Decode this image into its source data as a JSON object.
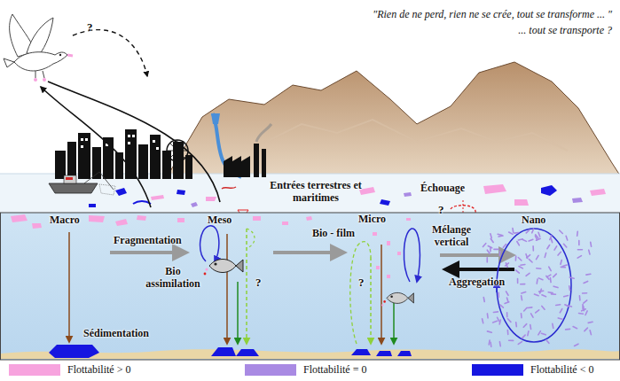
{
  "diagram": {
    "labels": [
      "″Rien de ne perd, rien ne se crée, tout se transforme ... ″",
      "... tout se transporte ?",
      "?",
      "Entrées terrestres et maritimes",
      "Échouage",
      "?",
      "Macro",
      "Meso",
      "Micro",
      "Nano",
      "Fragmentation",
      "Bio assimilation",
      "Bio - film",
      "Mélange vertical",
      "?",
      "?",
      "Aggregation",
      "Sédimentation"
    ],
    "legend": [
      {
        "text": "Flottabilité > 0",
        "color": "#f7a3de"
      },
      {
        "text": "Flottabilité = 0",
        "color": "#a98ae3"
      },
      {
        "text": "Flottabilité < 0",
        "color": "#1616e0"
      }
    ]
  }
}
